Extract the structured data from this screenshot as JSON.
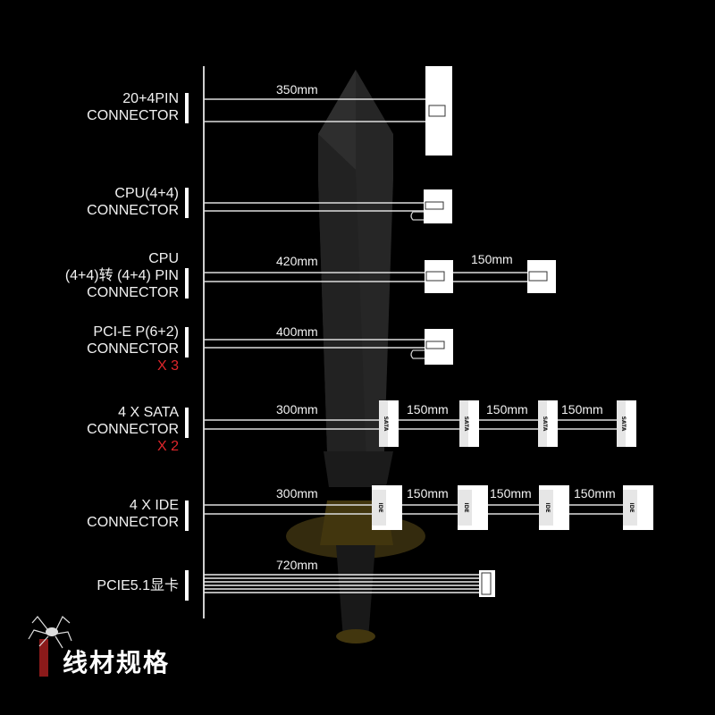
{
  "title": "线材规格",
  "colors": {
    "background": "#000000",
    "line": "#ffffff",
    "accent_red": "#e0262b",
    "logo_red": "#8b1a1a",
    "watermark": "#2a2a2a",
    "watermark_gold": "#5a4a10"
  },
  "icons": {
    "logo": "spider-icon",
    "watermark": "sword-icon"
  },
  "rows": [
    {
      "id": "atx",
      "label_lines": [
        "20+4PIN",
        "CONNECTOR"
      ],
      "qty": "",
      "lengths": [
        "350mm"
      ]
    },
    {
      "id": "cpu44",
      "label_lines": [
        "CPU(4+4)",
        "CONNECTOR"
      ],
      "qty": "",
      "lengths": []
    },
    {
      "id": "cpu44b",
      "label_lines": [
        "CPU",
        "(4+4)转 (4+4) PIN",
        "CONNECTOR"
      ],
      "qty": "",
      "lengths": [
        "420mm",
        "150mm"
      ]
    },
    {
      "id": "pcie",
      "label_lines": [
        "PCI-E P(6+2)",
        "CONNECTOR"
      ],
      "qty": "X 3",
      "lengths": [
        "400mm"
      ]
    },
    {
      "id": "sata",
      "label_lines": [
        "4 X SATA",
        "CONNECTOR"
      ],
      "qty": "X 2",
      "lengths": [
        "300mm",
        "150mm",
        "150mm",
        "150mm"
      ],
      "connector_text": "SATA"
    },
    {
      "id": "ide",
      "label_lines": [
        "4 X IDE",
        "CONNECTOR"
      ],
      "qty": "",
      "lengths": [
        "300mm",
        "150mm",
        "150mm",
        "150mm"
      ],
      "connector_text": "IDE"
    },
    {
      "id": "pcie5",
      "label_lines": [
        "PCIE5.1显卡"
      ],
      "qty": "",
      "lengths": [
        "720mm"
      ]
    }
  ]
}
